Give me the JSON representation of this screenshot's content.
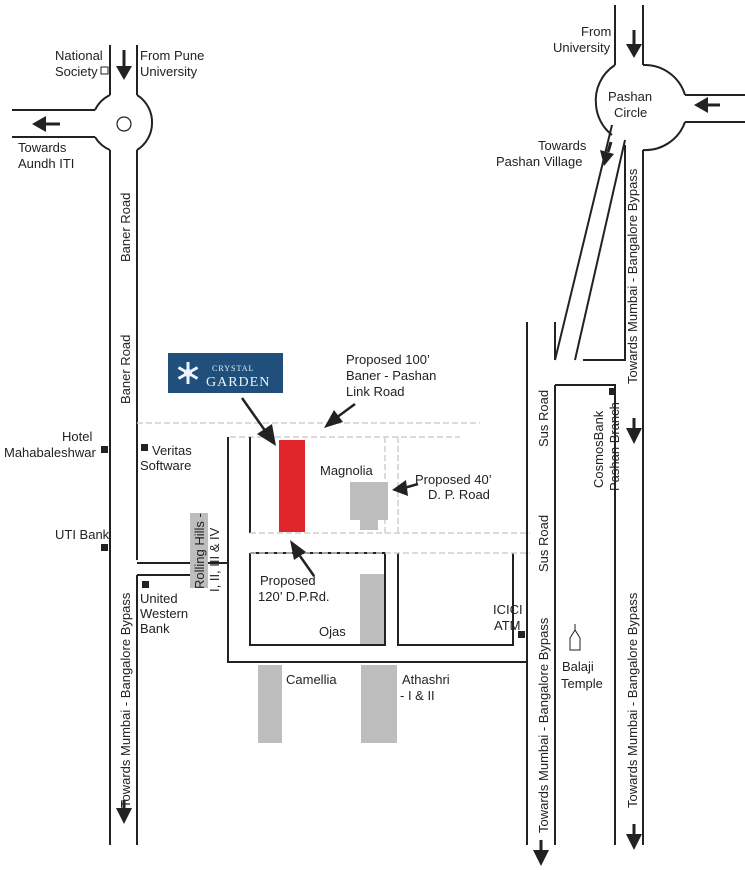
{
  "colors": {
    "road_line": "#222222",
    "site_plot": "#e0252b",
    "building": "#bdbdbd",
    "logo_bg": "#1f4f7a",
    "arrow": "#222222"
  },
  "logo": {
    "line1": "CRYSTAL",
    "line2": "GARDEN",
    "icon": "snowflake-icon"
  },
  "labels": {
    "national_society": "National",
    "national_society_2": "Society",
    "from_pune_university": "From Pune",
    "from_pune_university_2": "University",
    "towards_aundh": "Towards",
    "towards_aundh_2": "Aundh ITI",
    "from_university": "From",
    "from_university_2": "University",
    "pashan_circle": "Pashan",
    "pashan_circle_2": "Circle",
    "towards_pashan_village": "Towards",
    "towards_pashan_village_2": "Pashan Village",
    "proposed_link_road": "Proposed 100’",
    "proposed_link_road_2": "Baner - Pashan",
    "proposed_link_road_3": "Link Road",
    "hotel_mahabaleshwar": "Hotel",
    "hotel_mahabaleshwar_2": "Mahabaleshwar",
    "veritas_software": "Veritas",
    "veritas_software_2": "Software",
    "magnolia": "Magnolia",
    "proposed_dp_road_40": "Proposed 40’",
    "proposed_dp_road_40_2": "D. P. Road",
    "uti_bank": "UTI Bank",
    "rolling_hills": "Rolling Hills -",
    "rolling_hills_2": "I, II, III & IV",
    "united_western_bank": "United",
    "united_western_bank_2": "Western",
    "united_western_bank_3": "Bank",
    "proposed_dp_road_120": "Proposed",
    "proposed_dp_road_120_2": "120’ D.P.Rd.",
    "ojas": "Ojas",
    "icici_atm": "ICICI",
    "icici_atm_2": "ATM",
    "camellia": "Camellia",
    "athashri": "Athashri",
    "athashri_2": "- I & II",
    "balaji_temple": "Balaji",
    "balaji_temple_2": "Temple",
    "cosmos_bank": "CosmosBank",
    "cosmos_bank_2": "Pashan Branch",
    "baner_road_upper": "Baner Road",
    "baner_road_lower": "Baner Road",
    "sus_road_upper": "Sus Road",
    "sus_road_lower": "Sus Road",
    "bypass_left": "Towards Mumbai - Bangalore Bypass",
    "bypass_center": "Towards Mumbai - Bangalore Bypass",
    "bypass_right_upper": "Towards Mumbai - Bangalore Bypass",
    "bypass_right_lower": "Towards Mumbai - Bangalore Bypass"
  }
}
